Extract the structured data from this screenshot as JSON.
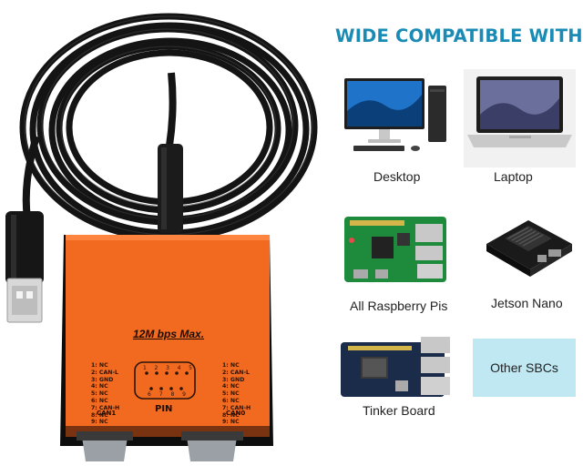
{
  "heading": "WIDE COMPATIBLE WITH",
  "device": {
    "speed_label": "12M bps Max.",
    "pin_label": "PIN",
    "connector_left": "CAN1",
    "connector_right": "CAN0",
    "pin_numbers_top": [
      "1",
      "2",
      "3",
      "4",
      "5"
    ],
    "pin_numbers_bottom": [
      "6",
      "7",
      "8",
      "9"
    ],
    "pinout_left": [
      "1: NC",
      "2: CAN-L",
      "3: GND",
      "4: NC",
      "5: NC",
      "6: NC",
      "7: CAN-H",
      "8: NC",
      "9: NC"
    ],
    "pinout_right": [
      "1: NC",
      "2: CAN-L",
      "3: GND",
      "4: NC",
      "5: NC",
      "6: NC",
      "7: CAN-H",
      "8: NC",
      "9: NC"
    ]
  },
  "items": [
    {
      "label": "Desktop",
      "icon": "desktop-computer-icon"
    },
    {
      "label": "Laptop",
      "icon": "laptop-icon"
    },
    {
      "label": "All Raspberry Pis",
      "icon": "raspberry-pi-board-icon"
    },
    {
      "label": "Jetson Nano",
      "icon": "jetson-nano-board-icon"
    },
    {
      "label": "Tinker Board",
      "icon": "tinker-board-icon"
    },
    {
      "label": "Other SBCs",
      "icon": ""
    }
  ],
  "colors": {
    "heading": "#1a8bb5",
    "device_body": "#f26a1f",
    "sbc_box": "#bfe8f3",
    "cable": "#111111"
  }
}
